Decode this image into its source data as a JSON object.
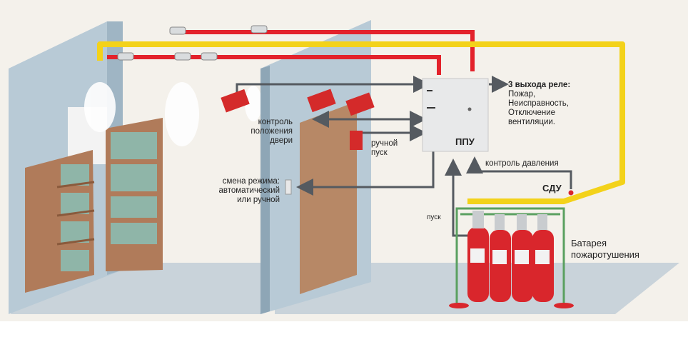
{
  "labels": {
    "relay_outputs": [
      "3 выхода реле:",
      "Пожар,",
      "Неисправность,",
      "Отключение",
      "вентиляции."
    ],
    "ppu": "ППУ",
    "door_control": [
      "контроль",
      "положения",
      "двери"
    ],
    "manual_start": [
      "ручной",
      "пуск"
    ],
    "mode_switch": [
      "смена режима:",
      "автоматический",
      "или ручной"
    ],
    "pressure_control": "контроль давления",
    "sdu": "СДУ",
    "start": "пуск",
    "battery": [
      "Батарея",
      "пожаротушения"
    ]
  },
  "colors": {
    "detector_line": "#e3222b",
    "gas_pipe": "#f3d21a",
    "control_line": "#555a60",
    "cylinder": "#d9262c",
    "wall": "#b8cad6",
    "door": "#b78866",
    "floor": "#c9d3da"
  },
  "icons": [
    "smoke-detector-icon",
    "exit-sign-icon",
    "manual-call-point-icon",
    "mode-switch-icon",
    "control-panel-icon",
    "gas-cylinder-icon",
    "pressure-sensor-icon"
  ]
}
